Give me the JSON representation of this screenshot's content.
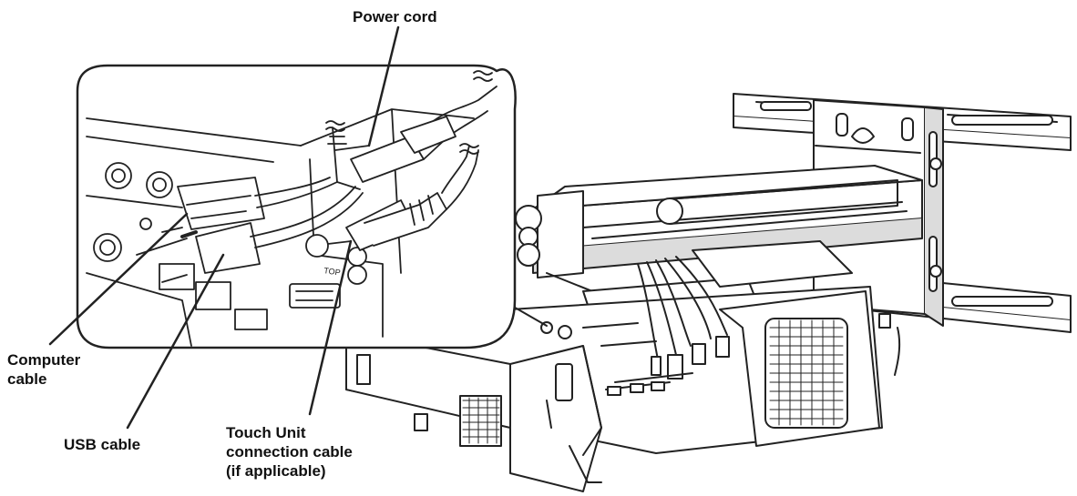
{
  "labels": {
    "power_cord": "Power cord",
    "computer_cable": [
      "Computer",
      "cable"
    ],
    "usb_cable": "USB cable",
    "touch_unit": [
      "Touch Unit",
      "connection cable",
      "(if applicable)"
    ]
  },
  "inset_port_marks": [
    "TOP"
  ],
  "colors": {
    "line": "#222222",
    "fill": "#ffffff",
    "shade": "#dcdcdc"
  }
}
